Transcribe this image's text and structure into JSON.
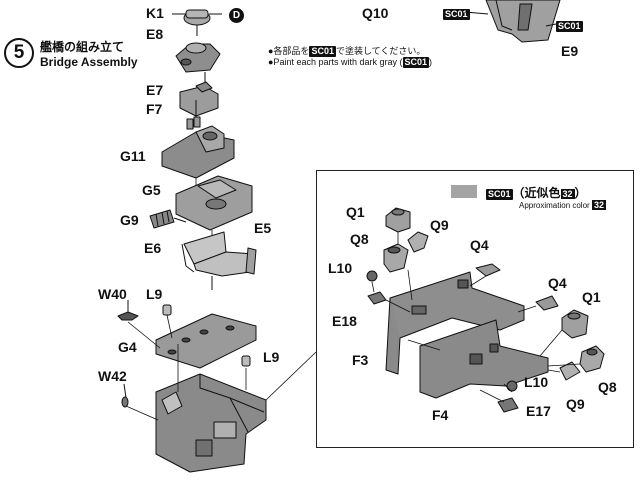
{
  "step": {
    "number": "5",
    "title_jp": "艦橋の組み立て",
    "title_en": "Bridge Assembly",
    "marker": "D"
  },
  "notes": {
    "note_jp_prefix": "●各部品を",
    "note_jp_suffix": "で塗装してください。",
    "note_en_prefix": "●Paint each parts with dark gray (",
    "note_en_suffix": ")",
    "paint_code": "SC01"
  },
  "color_legend": {
    "swatch_color": "#a4a4a4",
    "code": "SC01",
    "approx_jp": "（近似色",
    "approx_number": "32",
    "approx_close": "）",
    "approx_en": "Approximation color",
    "approx_en_number": "32"
  },
  "top_right": {
    "q10": "Q10",
    "e9": "E9",
    "sc_left": "SC01",
    "sc_right": "SC01"
  },
  "parts_main": {
    "k1": "K1",
    "e8": "E8",
    "e7": "E7",
    "f7": "F7",
    "g11": "G11",
    "g5": "G5",
    "g9": "G9",
    "e6": "E6",
    "e5": "E5",
    "w40": "W40",
    "l9a": "L9",
    "g4": "G4",
    "l9b": "L9",
    "w42": "W42"
  },
  "parts_inset": {
    "q1a": "Q1",
    "q9a": "Q9",
    "q8a": "Q8",
    "q4a": "Q4",
    "l10a": "L10",
    "e18": "E18",
    "q4b": "Q4",
    "q1b": "Q1",
    "f3": "F3",
    "l10b": "L10",
    "q8b": "Q8",
    "q9b": "Q9",
    "f4": "F4",
    "e17": "E17"
  }
}
